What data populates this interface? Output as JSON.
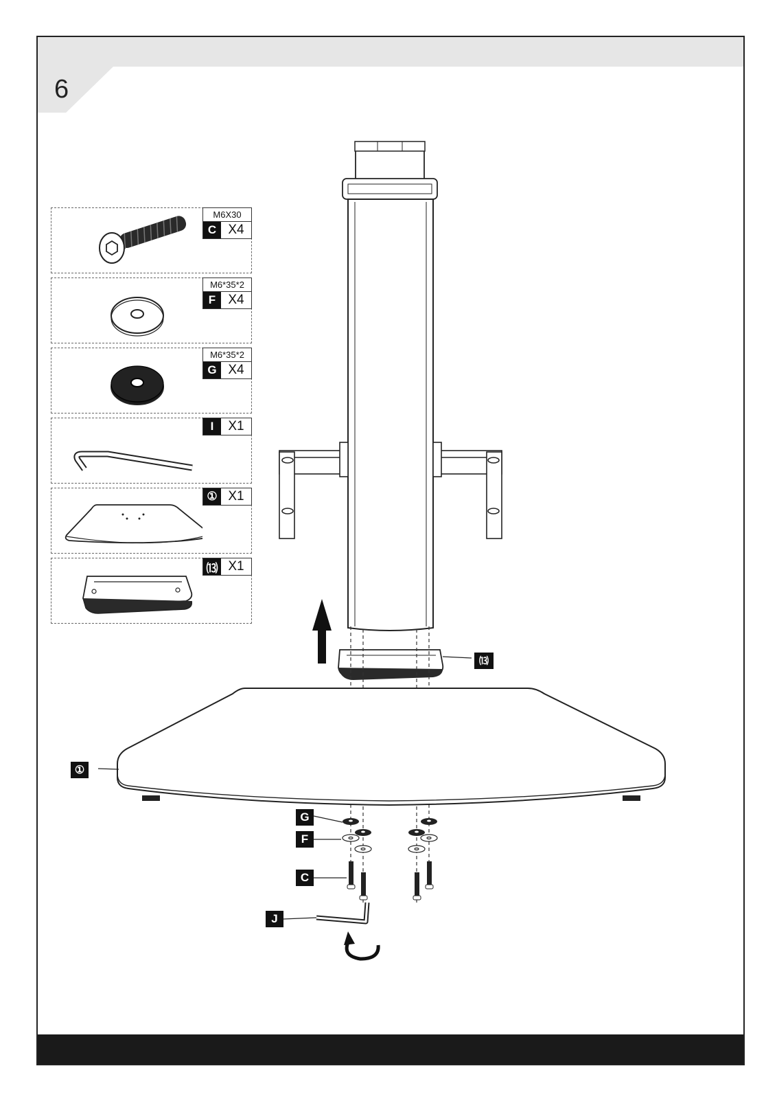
{
  "step": {
    "number": "6"
  },
  "parts": [
    {
      "spec": "M6X30",
      "letter": "C",
      "qty": "X4",
      "icon": "screw-icon"
    },
    {
      "spec": "M6*35*2",
      "letter": "F",
      "qty": "X4",
      "icon": "white-washer-icon"
    },
    {
      "spec": "M6*35*2",
      "letter": "G",
      "qty": "X4",
      "icon": "black-washer-icon"
    },
    {
      "spec": "",
      "letter": "I",
      "qty": "X1",
      "icon": "hex-key-icon"
    },
    {
      "spec": "",
      "letter": "①",
      "qty": "X1",
      "icon": "base-plate-icon"
    },
    {
      "spec": "",
      "letter": "⒀",
      "qty": "X1",
      "icon": "base-cover-icon"
    }
  ],
  "callouts": {
    "base_cover": "⒀",
    "base_plate": "①",
    "g": "G",
    "f": "F",
    "c": "C",
    "j": "J"
  },
  "colors": {
    "band": "#e6e6e6",
    "footer": "#1a1a1a",
    "tag": "#111111"
  }
}
